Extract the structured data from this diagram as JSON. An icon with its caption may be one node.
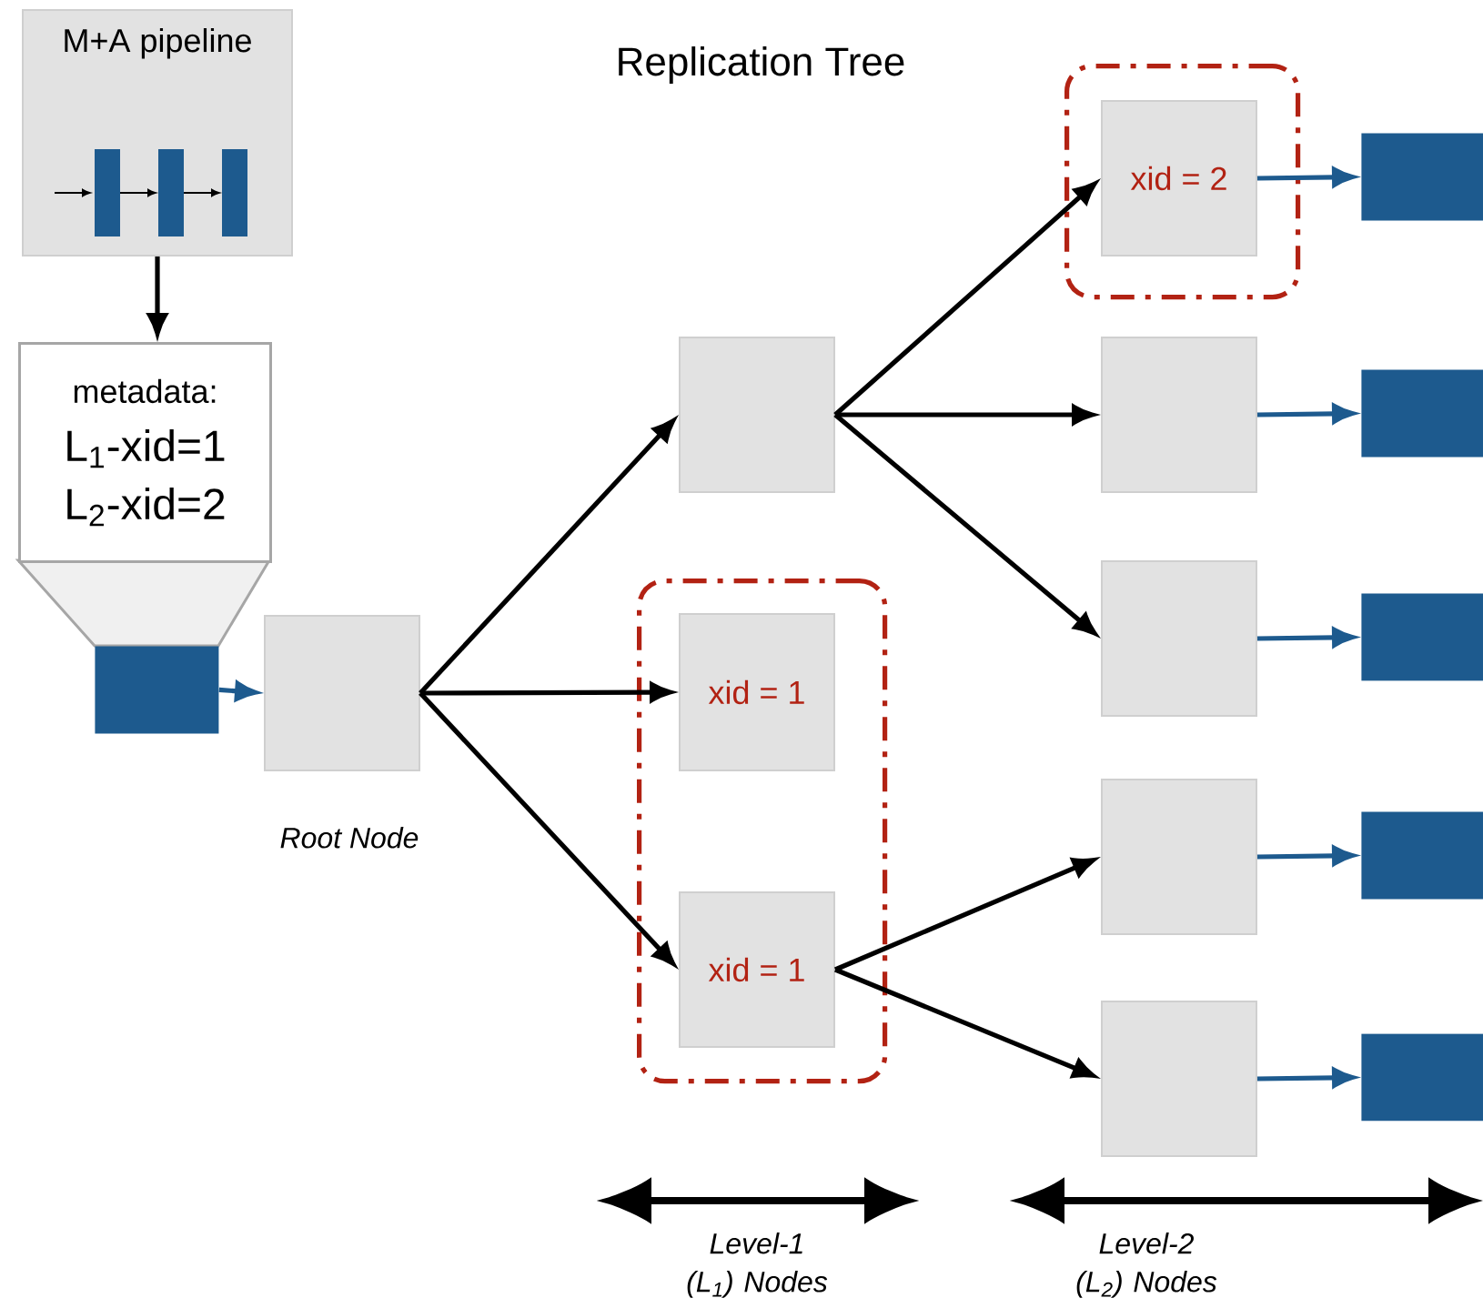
{
  "diagram": {
    "title": "Replication Tree",
    "nodes": [
      {
        "text": [
          "M+A pipeline"
        ]
      },
      {
        "text": [
          "metadata:",
          "L$_{1}$-xid=1",
          "L$_{2}$-xid=2"
        ]
      },
      {
        "text": [],
        "shape": "box"
      },
      {
        "text": [],
        "shape": "box",
        "beside": [
          "Root Node"
        ]
      },
      {
        "text": [],
        "shape": "box"
      },
      {
        "text": [],
        "shape": "box"
      },
      {
        "text": [
          "xid = 1"
        ],
        "in": 5
      },
      {
        "text": [
          "xid = 1"
        ],
        "in": 5
      },
      {
        "text": [],
        "shape": "box"
      },
      {
        "text": [
          "xid = 2"
        ],
        "in": 8
      },
      {
        "text": [],
        "shape": "box"
      },
      {
        "text": [],
        "shape": "box"
      },
      {
        "text": [],
        "shape": "box"
      },
      {
        "text": [],
        "shape": "box"
      },
      {
        "text": [],
        "shape": "box"
      },
      {
        "text": [],
        "shape": "box"
      },
      {
        "text": [],
        "shape": "box"
      },
      {
        "text": [],
        "shape": "box"
      },
      {
        "text": [],
        "shape": "box"
      }
    ],
    "edges": [
      {
        "from": 0,
        "to": 1,
        "arrow": "to"
      },
      {
        "from": 2,
        "to": 3,
        "arrow": "to",
        "color": "#1d5a8e"
      },
      {
        "from": 3,
        "to": 4,
        "arrow": "to"
      },
      {
        "from": 3,
        "to": 6,
        "arrow": "to"
      },
      {
        "from": 3,
        "to": 7,
        "arrow": "to"
      },
      {
        "from": 4,
        "to": 9,
        "arrow": "to"
      },
      {
        "from": 4,
        "to": 10,
        "arrow": "to"
      },
      {
        "from": 4,
        "to": 11,
        "arrow": "to"
      },
      {
        "from": 7,
        "to": 12,
        "arrow": "to"
      },
      {
        "from": 7,
        "to": 13,
        "arrow": "to"
      },
      {
        "from": 9,
        "to": 14,
        "arrow": "to",
        "color": "#1d5a8e"
      },
      {
        "from": 10,
        "to": 15,
        "arrow": "to",
        "color": "#1d5a8e"
      },
      {
        "from": 11,
        "to": 16,
        "arrow": "to",
        "color": "#1d5a8e"
      },
      {
        "from": 12,
        "to": 17,
        "arrow": "to",
        "color": "#1d5a8e"
      },
      {
        "from": 13,
        "to": 18,
        "arrow": "to",
        "color": "#1d5a8e"
      }
    ],
    "labels": [
      "Level-1 (L$_{1}$) Nodes",
      "Level-2 (L$_{2}$) Nodes"
    ]
  }
}
